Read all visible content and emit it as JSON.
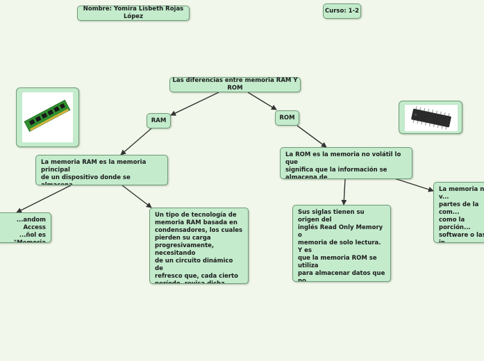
{
  "header": {
    "author": "Nombre: Yomira Lisbeth Rojas López",
    "course": "Curso: 1-2"
  },
  "map": {
    "root": "Las diferencias  entre memoria RAM Y ROM",
    "ram": {
      "label": "RAM",
      "definition": "La memoria RAM es la memoria principal\nde un dispositivo donde se almacena\nprogramas y datos",
      "acronym": "...andom Access\n...ñol es \"Memoria",
      "technology": "Un tipo de tecnología de\nmemoria RAM basada en\ncondensadores, los cuales\npierden su carga\nprogresivamente, necesitando\nde un circuito dinámico de\nrefresco que, cada cierto\nperíodo, revisa dicha carga y la\nrepone en un ciclo de refresco.",
      "image": "ram-module-photo"
    },
    "rom": {
      "label": "ROM",
      "definition": "La ROM es la memoria no volátil lo que\nsignifica que la información se almacena de\nforma permanente en el chip.",
      "origin": "Sus siglas tienen su origen del\ninglés Read Only Memory o\nmemoria de solo lectura. Y es\nque la memoria ROM se utiliza\npara almacenar datos que no\ncambian o que lo hacen poco\nen el tiempo, como por\nejemplo el sistema de arranque\ndel dispositivo o BIOS.",
      "parts": "La memoria no v...\npartes de la com...\ncomo la porción...\nsoftware o las in...\nque hacen funci...\nla computadora...\nsobre la ROM",
      "image": "rom-chip-photo"
    }
  },
  "colors": {
    "background": "#f1f7ea",
    "node_fill": "#c3ebcc",
    "node_border": "#6f9a78",
    "connector": "#333333"
  }
}
